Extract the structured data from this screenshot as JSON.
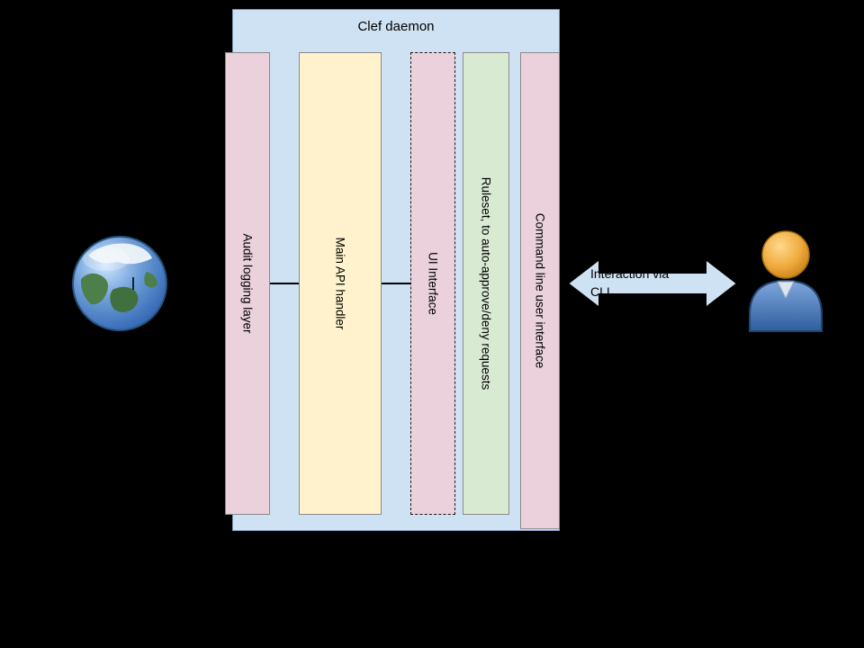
{
  "container": {
    "title": "Clef daemon"
  },
  "bars": [
    {
      "id": "audit-logging-layer",
      "label": "Audit logging layer",
      "fill": "#ead1dc",
      "border_style": "solid"
    },
    {
      "id": "main-api-handler",
      "label": "Main API handler",
      "fill": "#fff2cc",
      "border_style": "solid"
    },
    {
      "id": "ui-interface",
      "label": "UI Interface",
      "fill": "#ead1dc",
      "border_style": "dashed"
    },
    {
      "id": "ruleset",
      "label": "Ruleset, to auto-approve/deny requests",
      "fill": "#d9ead3",
      "border_style": "solid"
    },
    {
      "id": "command-line-user-interface",
      "label": "Command line user interface",
      "fill": "#ead1dc",
      "border_style": "solid"
    }
  ],
  "arrow": {
    "label": "Interaction via CLI",
    "fill": "#cfe2f3",
    "stroke": "#000000",
    "direction": "double-headed-horizontal"
  },
  "icons": {
    "left": "globe-icon",
    "right": "user-icon"
  },
  "colors": {
    "background": "#000000",
    "container_fill": "#cfe2f3",
    "bar_pink": "#ead1dc",
    "bar_yellow": "#fff2cc",
    "bar_green": "#d9ead3",
    "arrow_fill": "#cfe2f3",
    "globe_ocean": "#2a5fae",
    "globe_land": "#4d7f4a",
    "person_head": "#efa93c",
    "person_body": "#2f5e9e"
  }
}
